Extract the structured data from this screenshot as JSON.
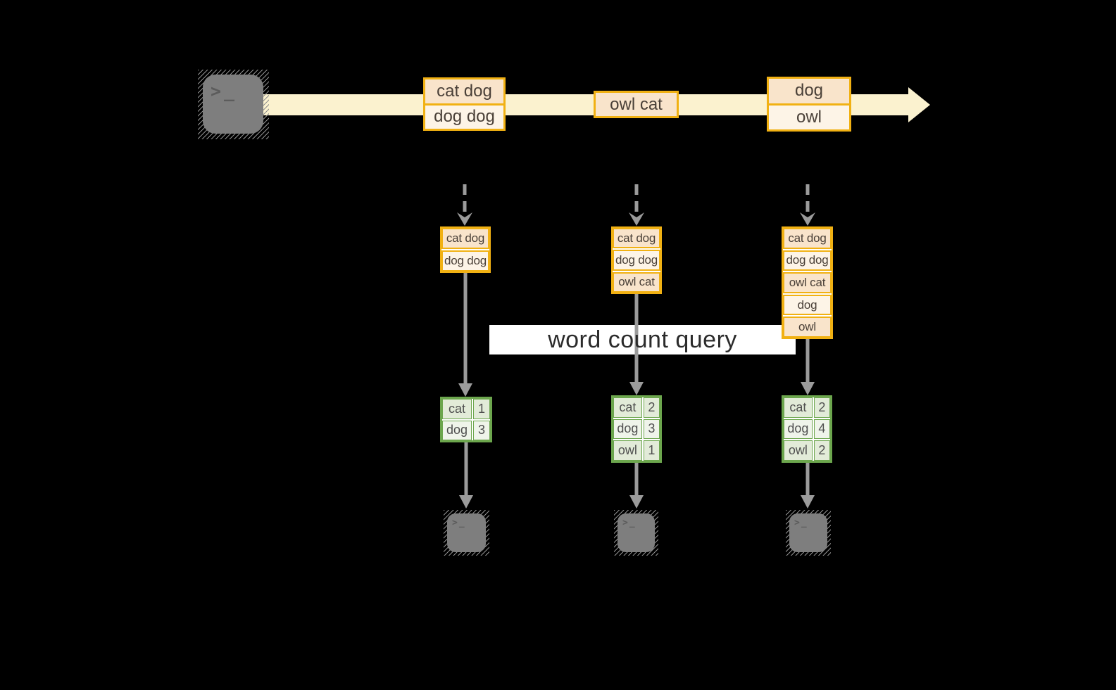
{
  "diagram": {
    "query_label": "word count query",
    "prompt_glyph": ">_"
  },
  "stream": {
    "source_icon": "terminal-icon",
    "events": [
      {
        "lines": [
          "cat dog",
          "dog dog"
        ]
      },
      {
        "lines": [
          "owl cat"
        ]
      },
      {
        "lines": [
          "dog",
          "owl"
        ]
      }
    ]
  },
  "batches": [
    {
      "lines": [
        "cat dog",
        "dog dog"
      ]
    },
    {
      "lines": [
        "cat dog",
        "dog dog",
        "owl cat"
      ]
    },
    {
      "lines": [
        "cat dog",
        "dog dog",
        "owl cat",
        "dog",
        "owl"
      ]
    }
  ],
  "results": [
    {
      "rows": [
        [
          "cat",
          "1"
        ],
        [
          "dog",
          "3"
        ]
      ]
    },
    {
      "rows": [
        [
          "cat",
          "2"
        ],
        [
          "dog",
          "3"
        ],
        [
          "owl",
          "1"
        ]
      ]
    },
    {
      "rows": [
        [
          "cat",
          "2"
        ],
        [
          "dog",
          "4"
        ],
        [
          "owl",
          "2"
        ]
      ]
    }
  ],
  "colors": {
    "background": "#000000",
    "stream_band": "#FBF2CF",
    "gold_border": "#F1B113",
    "peach_fill": "#F9E4CB",
    "cream_fill": "#FDF4E7",
    "green_border": "#6CA64D",
    "green_fill_dark": "#E2EBD8",
    "green_fill_light": "#EFF4EA",
    "arrow_gray": "#9B9B9B",
    "terminal_gray": "#7E7E7E",
    "query_band": "#FFFFFF",
    "text": "#4A4038"
  }
}
